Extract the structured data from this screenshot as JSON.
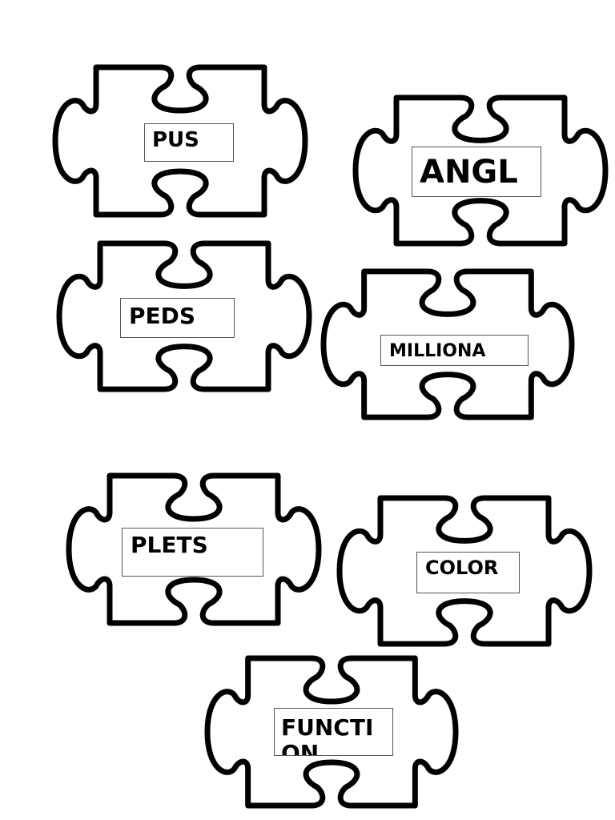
{
  "pieces": [
    {
      "label": "PUS"
    },
    {
      "label": "ANGL"
    },
    {
      "label": "PEDS"
    },
    {
      "label": "MILLIONA"
    },
    {
      "label": "PLETS"
    },
    {
      "label": "COLOR"
    },
    {
      "label": "FUNCTI",
      "label_line2": "ON"
    }
  ],
  "icons": {
    "shape": "puzzle-piece-outline"
  },
  "colors": {
    "outline": "#000000",
    "background": "#ffffff"
  }
}
